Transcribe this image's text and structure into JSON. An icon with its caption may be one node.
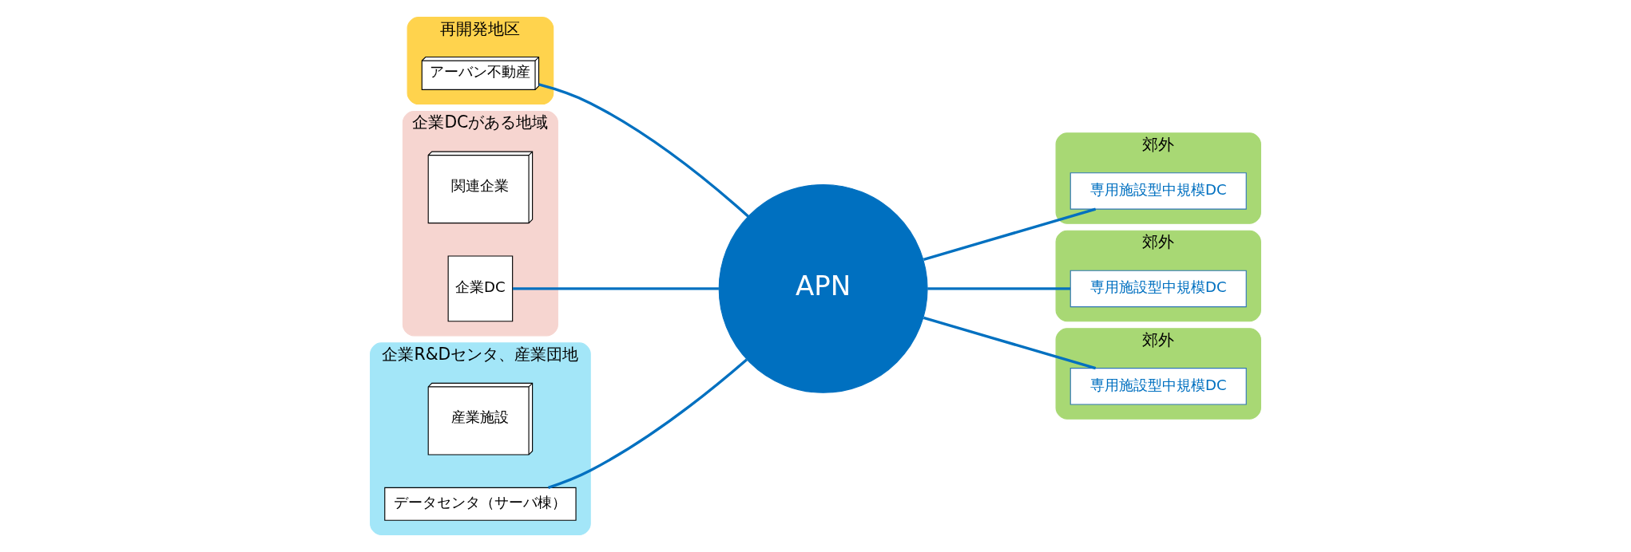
{
  "diagram": {
    "nodes": [
      {
        "text": [
          "再開発地区"
        ]
      },
      {
        "text": [
          "アーバン不動産"
        ],
        "in": 0
      },
      {
        "text": [
          "企業DCがある地域"
        ]
      },
      {
        "text": [
          "関連企業"
        ],
        "in": 2
      },
      {
        "text": [
          "企業DC"
        ],
        "in": 2
      },
      {
        "text": [
          "企業R&Dセンタ、産業団地"
        ]
      },
      {
        "text": [
          "産業施設"
        ],
        "in": 5
      },
      {
        "text": [
          "データセンタ（サーバ棟）"
        ],
        "in": 5
      },
      {
        "text": [
          "APN"
        ]
      },
      {
        "text": [
          "郊外"
        ]
      },
      {
        "text": [
          "専用施設型中規模DC"
        ],
        "in": 9
      },
      {
        "text": [
          "郊外"
        ]
      },
      {
        "text": [
          "専用施設型中規模DC"
        ],
        "in": 11
      },
      {
        "text": [
          "郊外"
        ]
      },
      {
        "text": [
          "専用施設型中規模DC"
        ],
        "in": 13
      }
    ],
    "edges": [
      {
        "from": 1,
        "to": 8,
        "arrow": "none"
      },
      {
        "from": 4,
        "to": 8,
        "arrow": "none"
      },
      {
        "from": 7,
        "to": 8,
        "arrow": "none"
      },
      {
        "from": 8,
        "to": 10,
        "arrow": "none"
      },
      {
        "from": 8,
        "to": 12,
        "arrow": "none"
      },
      {
        "from": 8,
        "to": 14,
        "arrow": "none"
      }
    ]
  }
}
